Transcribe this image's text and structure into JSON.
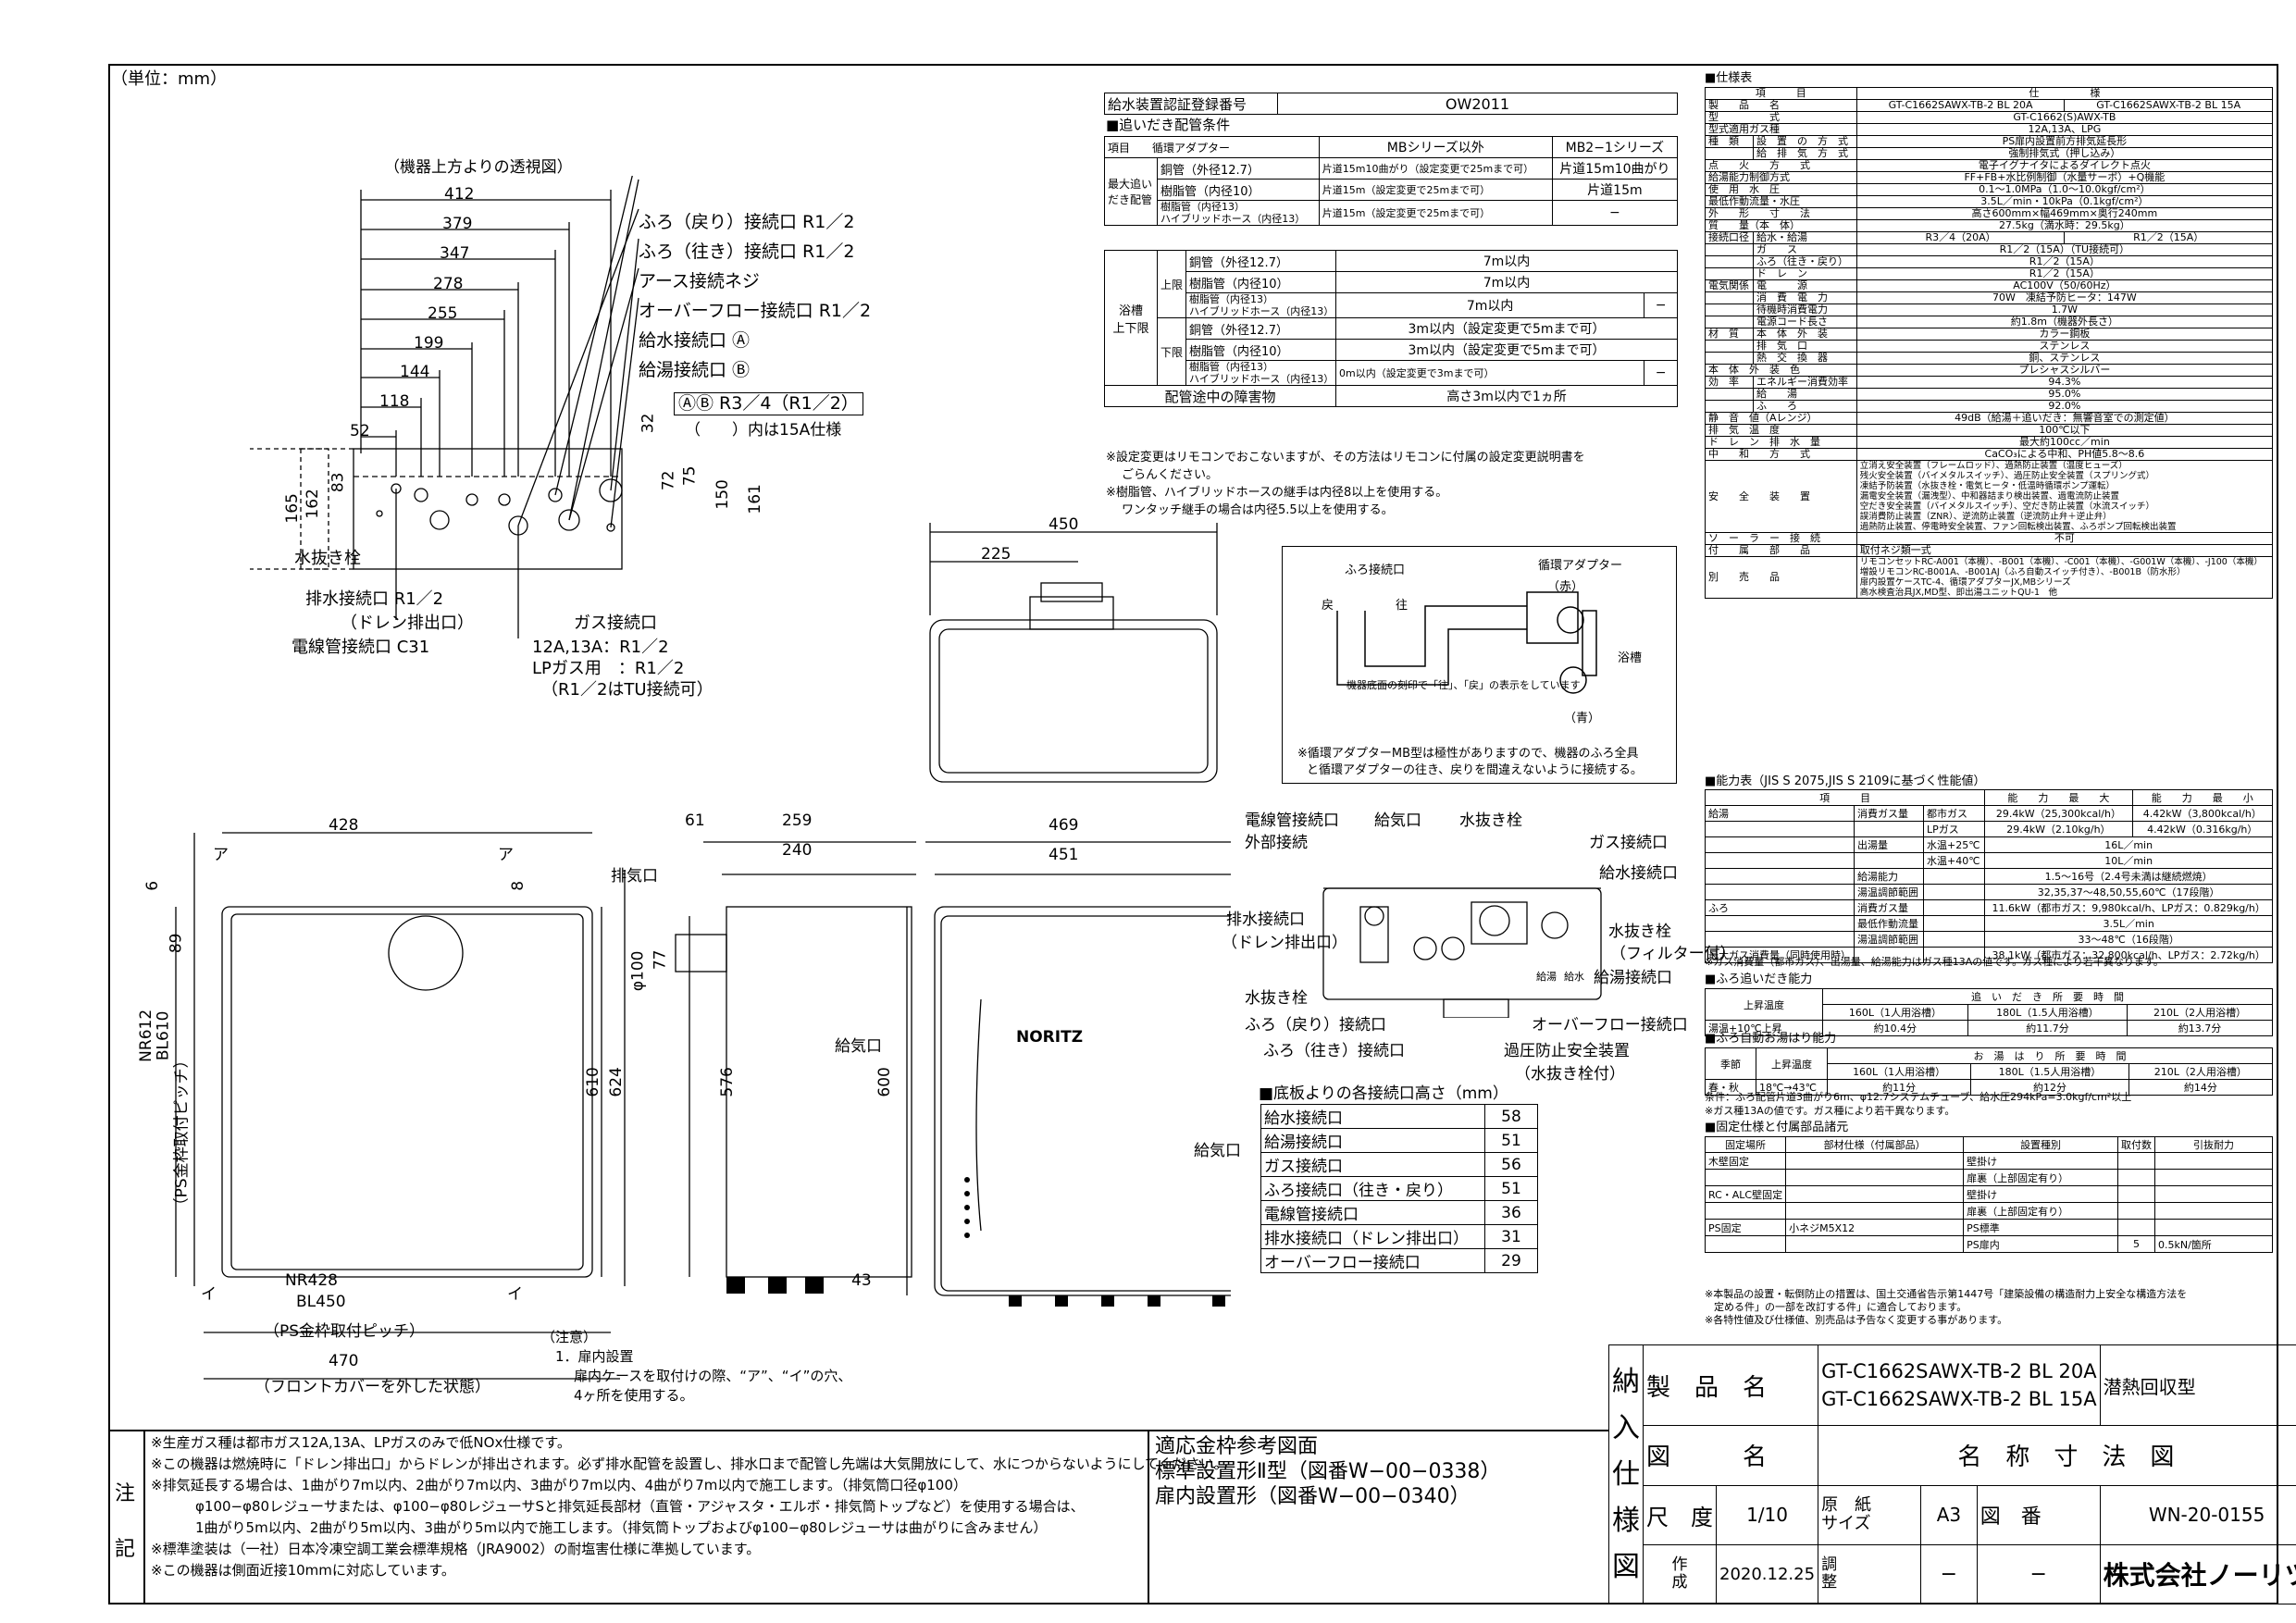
{
  "unit": "（単位：mm）",
  "top_view": {
    "title": "（機器上方よりの透視図）",
    "dims": [
      "412",
      "379",
      "347",
      "278",
      "255",
      "199",
      "144",
      "118",
      "52"
    ],
    "vdims": [
      "165",
      "162",
      "83",
      "32",
      "72",
      "75",
      "150",
      "161"
    ],
    "labels": [
      "ふろ（戻り）接続口 R1／2",
      "ふろ（往き）接続口 R1／2",
      "アース接続ネジ",
      "オーバーフロー接続口 R1／2",
      "給水接続口 Ⓐ",
      "給湯接続口 Ⓑ",
      "ⒶⒷ R3／4（R1／2）",
      "（　　）内は15A仕様"
    ],
    "bottom_labels": [
      "水抜き栓",
      "排水接続口 R1／2",
      "（ドレン排出口）",
      "電線管接続口 C31",
      "ガス接続口",
      "12A,13A：R1／2",
      "LPガス用　：R1／2",
      "（R1／2はTU接続可）"
    ]
  },
  "front_dims": {
    "w1": "428",
    "w2": "469",
    "w3": "451",
    "d1": "61",
    "d2": "259",
    "d3": "240",
    "h1": "610",
    "h2": "624",
    "h3": "576",
    "h4": "600",
    "a": "ア",
    "i": "イ",
    "s6": "6",
    "s8": "8",
    "s89": "89",
    "s43": "43",
    "phi100": "φ100",
    "s77": "77",
    "exhaust": "排気口",
    "intake": "給気口",
    "nr612": "NR612",
    "bl610": "BL610",
    "ps_v": "（PS金枠取付ピッチ）",
    "nr428": "NR428",
    "bl450": "BL450",
    "ps_h": "（PS金枠取付ピッチ）",
    "w470": "470",
    "front_note": "（フロントカバーを外した状態）",
    "w450": "450",
    "w225": "225",
    "logo": "NORITZ"
  },
  "remark": [
    "（注意）",
    "1．扉内設置",
    "扉内ケースを取付けの際、“ア”、“イ”の穴、",
    "4ヶ所を使用する。"
  ],
  "pipe": {
    "cert_label": "給水装置認証登録番号",
    "cert_value": "OW2011",
    "section": "■追いだき配管条件",
    "h_item": "項目",
    "h_adapter": "循環アダプター",
    "h_mb": "MBシリーズ以外",
    "h_mb2": "MB2−1シリーズ",
    "max": "最大追い\nだき配管",
    "r1": [
      "銅管（外径12.7）",
      "片道15m10曲がり（設定変更で25mまで可）",
      "片道15m10曲がり"
    ],
    "r2": [
      "樹脂管（内径10）",
      "片道15m（設定変更で25mまで可）",
      "片道15m"
    ],
    "r3": [
      "樹脂管（内径13）\nハイブリッドホース（内径13）",
      "片道15m（設定変更で25mまで可）",
      "−"
    ],
    "bath": "浴槽\n上下限",
    "up": "上限",
    "down": "下限",
    "u1": [
      "銅管（外径12.7）",
      "7m以内"
    ],
    "u2": [
      "樹脂管（内径10）",
      "7m以内"
    ],
    "u3": [
      "樹脂管（内径13）\nハイブリッドホース（内径13）",
      "7m以内",
      "−"
    ],
    "d1": [
      "銅管（外径12.7）",
      "3m以内（設定変更で5mまで可）"
    ],
    "d2": [
      "樹脂管（内径10）",
      "3m以内（設定変更で5mまで可）"
    ],
    "d3": [
      "樹脂管（内径13）\nハイブリッドホース（内径13）",
      "0m以内（設定変更で3mまで可）",
      "−"
    ],
    "obstacle": [
      "配管途中の障害物",
      "高さ3m以内で1ヵ所"
    ],
    "notes": [
      "※設定変更はリモコンでおこないますが、その方法はリモコンに付属の設定変更説明書を",
      "ごらんください。",
      "※樹脂管、ハイブリッドホースの継手は内径8以上を使用する。",
      "ワンタッチ継手の場合は内径5.5以上を使用する。"
    ]
  },
  "adapter": {
    "labels": [
      "ふろ接続口",
      "循環アダプター",
      "（赤）",
      "浴槽",
      "（青）",
      "戻",
      "往",
      "機器底面の刻印で「往」、「戻」の表示をしています"
    ],
    "notes": [
      "※循環アダプターMB型は極性がありますので、機器のふろ全具",
      "と循環アダプターの往き、戻りを間違えないように接続する。"
    ]
  },
  "bottom_view": {
    "labels": [
      "電線管接続口",
      "外部接続",
      "給気口",
      "水抜き栓",
      "ガス接続口",
      "給水接続口",
      "排水接続口",
      "（ドレン排出口）",
      "水抜き栓",
      "（フィルター付）",
      "給湯接続口",
      "水抜き栓",
      "ふろ（戻り）接続口",
      "ふろ（往き）接続口",
      "オーバーフロー接続口",
      "過圧防止安全装置",
      "（水抜き栓付）",
      "給湯",
      "給水"
    ]
  },
  "height_table": {
    "title": "■底板よりの各接続口高さ（mm）",
    "rows": [
      [
        "給水接続口",
        "58"
      ],
      [
        "給湯接続口",
        "51"
      ],
      [
        "ガス接続口",
        "56"
      ],
      [
        "ふろ接続口（往き・戻り）",
        "51"
      ],
      [
        "電線管接続口",
        "36"
      ],
      [
        "排水接続口（ドレン排出口）",
        "31"
      ],
      [
        "オーバーフロー接続口",
        "29"
      ]
    ]
  },
  "spec": {
    "title": "■仕様表",
    "h1": "項　　　目",
    "h2": "仕　　　　　様",
    "rows": [
      [
        "製　　品　　名",
        "",
        "GT-C1662SAWX-TB-2 BL 20A",
        "GT-C1662SAWX-TB-2 BL 15A"
      ],
      [
        "型　　　　　式",
        "",
        "GT-C1662(S)AWX-TB",
        ""
      ],
      [
        "型式適用ガス種",
        "",
        "12A,13A、LPG",
        ""
      ],
      [
        "種　類",
        "設　置　の　方　式",
        "PS扉内設置前方排気延長形",
        ""
      ],
      [
        "",
        "給　排　気　方　式",
        "強制排気式（押し込み）",
        ""
      ],
      [
        "点　　火　　方　　式",
        "",
        "電子イグナイタによるダイレクト点火",
        ""
      ],
      [
        "給湯能力制御方式",
        "",
        "FF+FB+水比例制御（水量サーボ）+Q機能",
        ""
      ],
      [
        "使　用　水　圧",
        "",
        "0.1〜1.0MPa（1.0〜10.0kgf/cm²）",
        ""
      ],
      [
        "最低作動流量・水圧",
        "",
        "3.5L／min・10kPa（0.1kgf/cm²）",
        ""
      ],
      [
        "外　　形　　寸　　法",
        "",
        "高さ600mm×幅469mm×奥行240mm",
        ""
      ],
      [
        "質　　量（本　体）",
        "",
        "27.5kg（満水時：29.5kg）",
        ""
      ],
      [
        "接続口径",
        "給水・給湯",
        "R3／4（20A）",
        "R1／2（15A）"
      ],
      [
        "",
        "ガ　　ス",
        "R1／2（15A）（TU接続可）",
        ""
      ],
      [
        "",
        "ふろ（往き・戻り）",
        "R1／2（15A）",
        ""
      ],
      [
        "",
        "ド　レ　ン",
        "R1／2（15A）",
        ""
      ],
      [
        "電気関係",
        "電　　　源",
        "AC100V（50/60Hz）",
        ""
      ],
      [
        "",
        "消　費　電　力",
        "70W　凍結予防ヒータ：147W",
        ""
      ],
      [
        "",
        "待機時消費電力",
        "1.7W",
        ""
      ],
      [
        "",
        "電源コード長さ",
        "約1.8m（機器外長さ）",
        ""
      ],
      [
        "材　質",
        "本　体　外　装",
        "カラー鋼板",
        ""
      ],
      [
        "",
        "排　気　口",
        "ステンレス",
        ""
      ],
      [
        "",
        "熱　交　換　器",
        "銅、ステンレス",
        ""
      ],
      [
        "本　体　外　装　色",
        "",
        "プレシャスシルバー",
        ""
      ],
      [
        "効　率",
        "エネルギー消費効率",
        "94.3%",
        ""
      ],
      [
        "",
        "給　　湯",
        "95.0%",
        ""
      ],
      [
        "",
        "ふ　　ろ",
        "92.0%",
        ""
      ],
      [
        "静　音　値（Aレンジ）",
        "",
        "49dB（給湯＋追いだき：無響音室での測定値）",
        ""
      ],
      [
        "排　気　温　度",
        "",
        "100℃以下",
        ""
      ],
      [
        "ド　レ　ン　排　水　量",
        "",
        "最大約100cc／min",
        ""
      ],
      [
        "中　　和　　方　　式",
        "",
        "CaCO₃による中和、PH値5.8〜8.6",
        ""
      ]
    ],
    "safety_label": "安　　全　　装　　置",
    "safety": [
      "立消え安全装置（フレームロッド）、過熱防止装置（温度ヒューズ）",
      "残火安全装置（バイメタルスイッチ）、過圧防止安全装置（スプリング式）",
      "凍結予防装置（水抜き栓・電気ヒータ・低温時循環ポンプ運転）",
      "漏電安全装置（漏洩型）、中和器詰まり検出装置、過電流防止装置",
      "空だき安全装置（バイメタルスイッチ）、空だき防止装置（水流スイッチ）",
      "誤消費防止装置（ZNR）、逆流防止装置（逆流防止弁＋逆止弁）",
      "過熱防止装置、停電時安全装置、ファン回転検出装置、ふろポンプ回転検出装置"
    ],
    "solar": [
      "ソ　ー　ラ　ー　接　続",
      "不可"
    ],
    "attach": [
      "付　　属　　部　　品",
      "取付ネジ類一式"
    ],
    "sold_label": "別　　売　　品",
    "sold": [
      "リモコンセットRC-A001（本機）、-B001（本機）、-C001（本機）、-G001W（本機）、-J100（本機）",
      "増設リモコンRC-B001A、-B001AJ（ふろ自動スイッチ付き）、-B001B（防水形）",
      "扉内設置ケースTC-4、循環アダプターJX,MBシリーズ",
      "高水検査治具JX,MD型、即出湯ユニットQU-1　他"
    ]
  },
  "capacity": {
    "title": "■能力表（JIS S 2075,JIS S 2109に基づく性能値）",
    "h": [
      "項　　　目",
      "能　　力　　最　　大",
      "能　　力　　最　　小"
    ],
    "rows": [
      [
        "給湯",
        "消費ガス量",
        "都市ガス",
        "29.4kW（25,300kcal/h）",
        "4.42kW（3,800kcal/h）"
      ],
      [
        "",
        "",
        "LPガス",
        "29.4kW（2.10kg/h）",
        "4.42kW（0.316kg/h）"
      ],
      [
        "",
        "出湯量",
        "水温+25℃",
        "16L／min",
        ""
      ],
      [
        "",
        "",
        "水温+40℃",
        "10L／min",
        ""
      ],
      [
        "",
        "給湯能力",
        "",
        "1.5〜16号（2.4号未満は継続燃焼）",
        ""
      ],
      [
        "",
        "湯温調節範囲",
        "",
        "32,35,37〜48,50,55,60℃（17段階）",
        ""
      ],
      [
        "ふろ",
        "消費ガス量",
        "",
        "11.6kW（都市ガス：9,980kcal/h、LPガス：0.829kg/h）",
        ""
      ],
      [
        "",
        "最低作動流量",
        "",
        "3.5L／min",
        ""
      ],
      [
        "",
        "湯温調節範囲",
        "",
        "33〜48℃（16段階）",
        ""
      ],
      [
        "最大ガス消費量（同時使用時）",
        "",
        "",
        "38.1kW（都市ガス：32,800kcal/h、LPガス：2.72kg/h）",
        ""
      ]
    ],
    "note": "※ガス消費量（都市ガス）、出湯量、給湯能力はガス種13Aの値です。ガス種により若干異なります。"
  },
  "reheat": {
    "title": "■ふろ追いだき能力",
    "h": [
      "上昇温度",
      "追　い　だ　き　所　要　時　間"
    ],
    "cols": [
      "160L（1人用浴槽）",
      "180L（1.5人用浴槽）",
      "210L（2人用浴槽）"
    ],
    "row": [
      "湯温+10℃上昇",
      "約10.4分",
      "約11.7分",
      "約13.7分"
    ]
  },
  "autofill": {
    "title": "■ふろ自動お湯はり能力",
    "h": [
      "季節",
      "上昇温度",
      "お　湯　は　り　所　要　時　間"
    ],
    "cols": [
      "160L（1人用浴槽）",
      "180L（1.5人用浴槽）",
      "210L（2人用浴槽）"
    ],
    "row": [
      "春・秋",
      "18℃→43℃",
      "約11分",
      "約12分",
      "約14分"
    ],
    "notes": [
      "条件：ふろ配管片道3曲がり6m、φ12.7システムチューブ、給水圧294kPa=3.0kgf/cm²以上",
      "※ガス種13Aの値です。ガス種により若干異なります。"
    ]
  },
  "fix": {
    "title": "■固定仕様と付属部品諸元",
    "h": [
      "固定場所",
      "部材仕様（付属部品）",
      "設置種別",
      "取付数",
      "引抜耐力"
    ],
    "rows": [
      [
        "木壁固定",
        "",
        "壁掛け",
        ""
      ],
      [
        "",
        "",
        "扉裏（上部固定有り）",
        ""
      ],
      [
        "RC・ALC壁固定",
        "",
        "壁掛け",
        ""
      ],
      [
        "",
        "",
        "扉裏（上部固定有り）",
        ""
      ],
      [
        "PS固定",
        "小ネジM5X12",
        "PS標準",
        ""
      ],
      [
        "",
        "",
        "PS扉内",
        "5",
        "0.5kN/箇所"
      ]
    ],
    "notes": [
      "※本製品の設置・転倒防止の措置は、国土交通省告示第1447号「建築設備の構造耐力上安全な構造方法を",
      "定める件」の一部を改訂する件」に適合しております。",
      "※各特性値及び仕様値、別売品は予告なく変更する事があります。"
    ]
  },
  "title_block": {
    "nounyu": "納",
    "iri": "入",
    "shi": "仕",
    "you": "様",
    "zu": "図",
    "product_label": "製　品　名",
    "product1": "GT-C1662SAWX-TB-2 BL 20A",
    "product2": "GT-C1662SAWX-TB-2 BL 15A",
    "type": "潜熱回収型",
    "drawing_label": "図　　　名",
    "drawing": "名　称　寸　法　図",
    "scale_label": "尺　度",
    "scale": "1/10",
    "paper_label": "原　紙\nサイズ",
    "paper": "A3",
    "no_label": "図　番",
    "no": "WN-20-0155",
    "made_label": "作\n成",
    "made": "2020.12.25",
    "check_label": "調\n整",
    "check": "−",
    "check2": "−",
    "company": "株式会社ノーリツ"
  },
  "notes": {
    "label": "注\n記",
    "lines": [
      "※生産ガス種は都市ガス12A,13A、LPガスのみで低NOx仕様です。",
      "※この機器は燃焼時に「ドレン排出口」からドレンが排出されます。必ず排水配管を設置し、排水口まで配管し先端は大気開放にして、水につからないようにしてください。",
      "※排気延長する場合は、1曲がり7m以内、2曲がり7m以内、3曲がり7m以内、4曲がり7m以内で施工します。（排気筒口径φ100）",
      "φ100−φ80レジューサまたは、φ100−φ80レジューサSと排気延長部材（直管・アジャスタ・エルボ・排気筒トップなど）を使用する場合は、",
      "1曲がり5m以内、2曲がり5m以内、3曲がり5m以内で施工します。（排気筒トップおよびφ100−φ80レジューサは曲がりに含みません）",
      "※標準塗装は（一社）日本冷凍空調工業会標準規格（JRA9002）の耐塩害仕様に準拠しています。",
      "※この機器は側面近接10mmに対応しています。"
    ]
  },
  "ref": {
    "lines": [
      "適応金枠参考図面",
      "標準設置形Ⅱ型（図番W−00−0338）",
      "扉内設置形（図番W−00−0340）"
    ]
  }
}
